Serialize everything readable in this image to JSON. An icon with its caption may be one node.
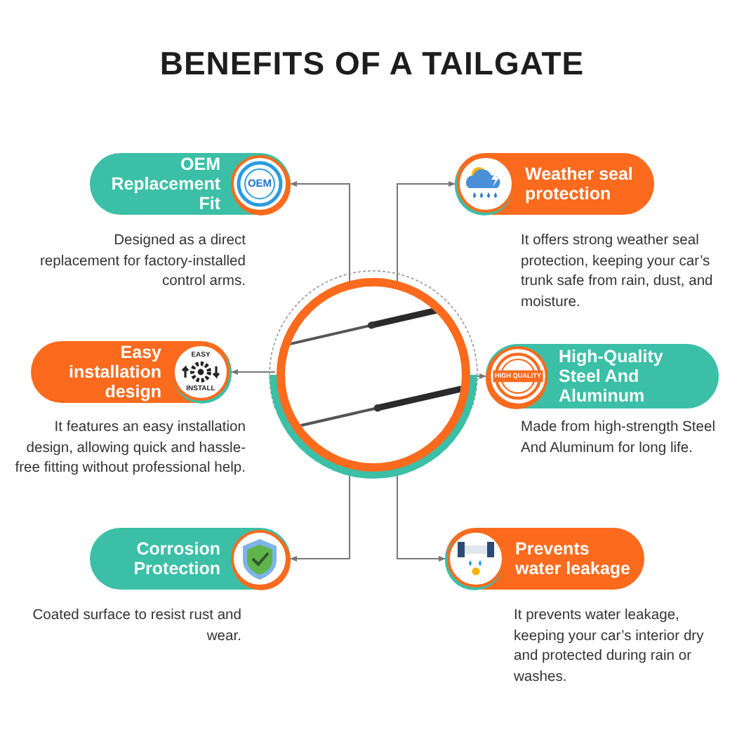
{
  "diagram": {
    "title": "BENEFITS OF A TAILGATE",
    "nodes": [
      {
        "text": [],
        "shape": "picture"
      },
      {
        "text": [
          "OEM Replacement Fit"
        ],
        "beside": [
          "Designed as a direct replacement for factory-installed control arms."
        ]
      },
      {
        "text": [
          "Weather seal protection"
        ],
        "beside": [
          "It offers strong weather seal protection, keeping your car’s trunk safe from rain, dust, and moisture."
        ]
      },
      {
        "text": [
          "Easy installation design"
        ],
        "beside": [
          "It features an easy installation design, allowing quick and hassle-free fitting without professional help."
        ]
      },
      {
        "text": [
          "High-Quality Steel And Aluminum"
        ],
        "beside": [
          "Made from high-strength Steel And Aluminum for long life."
        ]
      },
      {
        "text": [
          "Corrosion Protection"
        ],
        "beside": [
          "Coated surface to resist rust and wear."
        ]
      },
      {
        "text": [
          "Prevents water leakage"
        ],
        "beside": [
          "It prevents water leakage, keeping your car’s interior dry and protected during rain or washes."
        ]
      }
    ],
    "edges": [
      {
        "from": 0,
        "to": 1,
        "arrow": "to"
      },
      {
        "from": 0,
        "to": 2,
        "arrow": "to"
      },
      {
        "from": 0,
        "to": 3,
        "arrow": "to"
      },
      {
        "from": 0,
        "to": 4,
        "arrow": "to"
      },
      {
        "from": 0,
        "to": 5,
        "arrow": "to"
      },
      {
        "from": 0,
        "to": 6,
        "arrow": "to"
      }
    ],
    "labels": [
      "OEM",
      "EASY",
      "INSTALL",
      "HIGH QUALITY"
    ]
  }
}
